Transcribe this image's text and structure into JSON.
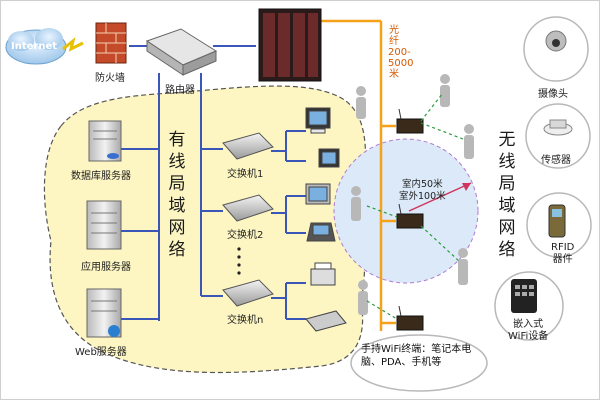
{
  "labels": {
    "internet": "Internet",
    "firewall": "防火墙",
    "router": "路由器",
    "fiber": "光纤200-5000米",
    "db_server": "数据库服务器",
    "app_server": "应用服务器",
    "web_server": "Web服务器",
    "switch1": "交换机1",
    "switch2": "交换机2",
    "switchn": "交换机n",
    "wired_lan": [
      "有",
      "线",
      "局",
      "域",
      "网",
      "络"
    ],
    "wireless_lan": [
      "无",
      "线",
      "局",
      "域",
      "网",
      "络"
    ],
    "indoor": "室内50米",
    "outdoor": "室外100米",
    "camera": "摄像头",
    "sensor": "传感器",
    "rfid": "RFID\n器件",
    "embedded": "嵌入式\nWiFi设备",
    "handheld": "手持WiFi终端：笔记本电脑、PDA、手机等"
  },
  "colors": {
    "lan_area": "#fdf6c3",
    "lan_border": "#555555",
    "blue_line": "#3a56b8",
    "fiber_line": "#f5a21a",
    "wifi_circle": "#dbe9f8"
  }
}
